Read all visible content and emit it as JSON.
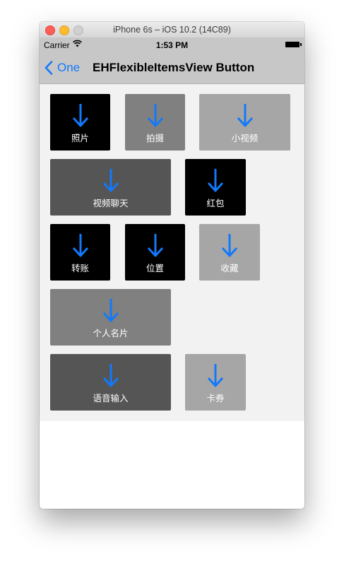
{
  "window": {
    "title": "iPhone 6s – iOS 10.2 (14C89)"
  },
  "status_bar": {
    "carrier": "Carrier",
    "time": "1:53 PM"
  },
  "nav": {
    "back_label": "One",
    "title": "EHFlexibleItemsView Button"
  },
  "colors": {
    "accent": "#1279fb",
    "black_tile": "#000000",
    "dark_tile": "#555555",
    "mid_tile": "#808080",
    "light_tile": "#a6a6a6"
  },
  "items": [
    {
      "label": "照片",
      "color": "#000000",
      "icon": "arrow-down-icon"
    },
    {
      "label": "拍摄",
      "color": "#808080",
      "icon": "arrow-down-icon"
    },
    {
      "label": "小视频",
      "color": "#a6a6a6",
      "icon": "arrow-down-icon"
    },
    {
      "label": "视频聊天",
      "color": "#555555",
      "icon": "arrow-down-icon"
    },
    {
      "label": "红包",
      "color": "#000000",
      "icon": "arrow-down-icon"
    },
    {
      "label": "转账",
      "color": "#000000",
      "icon": "arrow-down-icon"
    },
    {
      "label": "位置",
      "color": "#000000",
      "icon": "arrow-down-icon"
    },
    {
      "label": "收藏",
      "color": "#a6a6a6",
      "icon": "arrow-down-icon"
    },
    {
      "label": "个人名片",
      "color": "#808080",
      "icon": "arrow-down-icon"
    },
    {
      "label": "语音输入",
      "color": "#555555",
      "icon": "arrow-down-icon"
    },
    {
      "label": "卡券",
      "color": "#a6a6a6",
      "icon": "arrow-down-icon"
    }
  ]
}
